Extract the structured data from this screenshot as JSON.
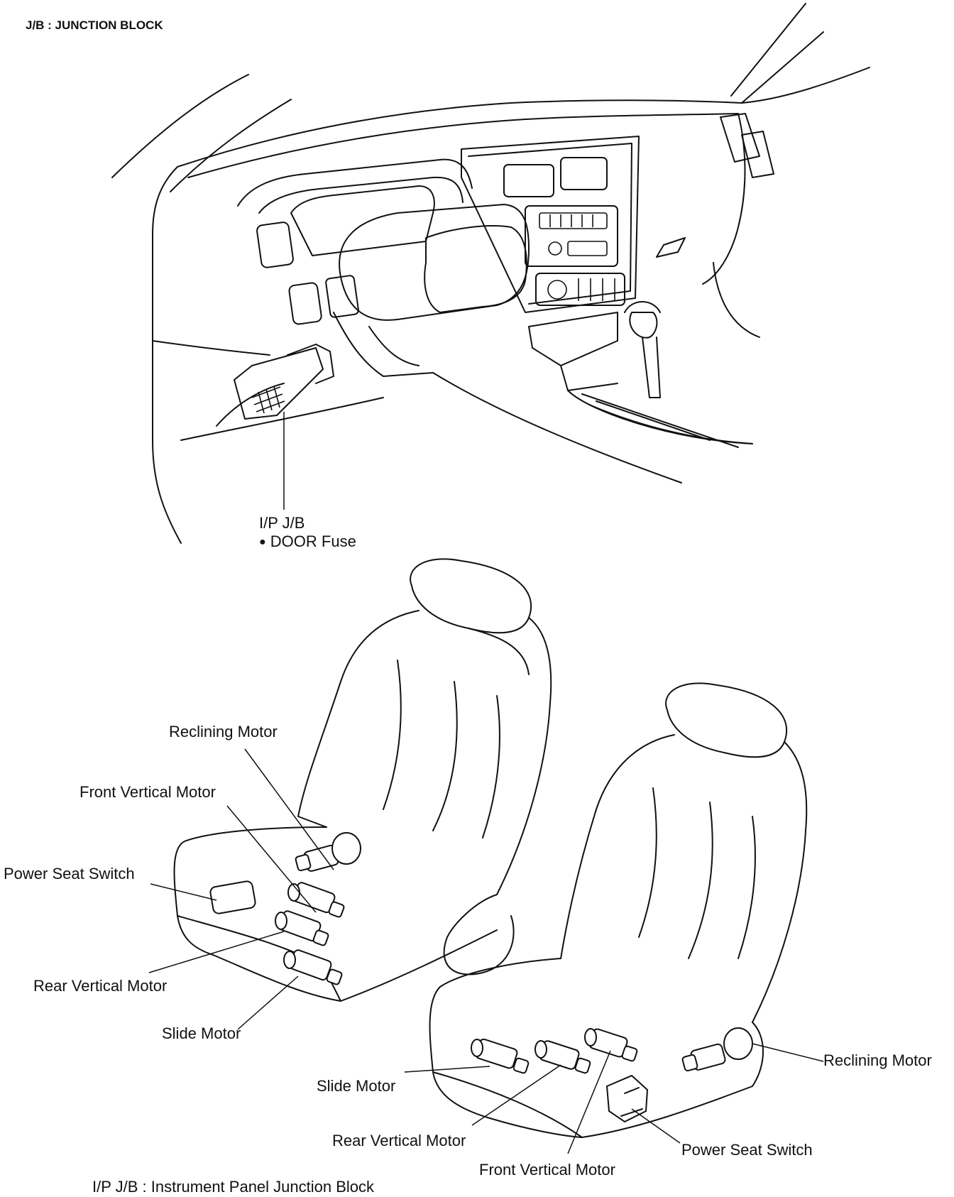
{
  "header": {
    "title": "J/B : JUNCTION BLOCK"
  },
  "dashboard": {
    "jb_label": "I/P J/B",
    "fuse_label": "DOOR Fuse",
    "bullet": "●"
  },
  "left_seat": {
    "reclining": "Reclining Motor",
    "front_vertical": "Front Vertical Motor",
    "power_switch": "Power Seat Switch",
    "rear_vertical": "Rear Vertical Motor",
    "slide": "Slide Motor"
  },
  "right_seat": {
    "reclining": "Reclining Motor",
    "slide": "Slide Motor",
    "rear_vertical": "Rear Vertical Motor",
    "front_vertical": "Front Vertical Motor",
    "power_switch": "Power Seat Switch"
  },
  "footer": {
    "note": "I/P J/B : Instrument Panel Junction Block"
  }
}
